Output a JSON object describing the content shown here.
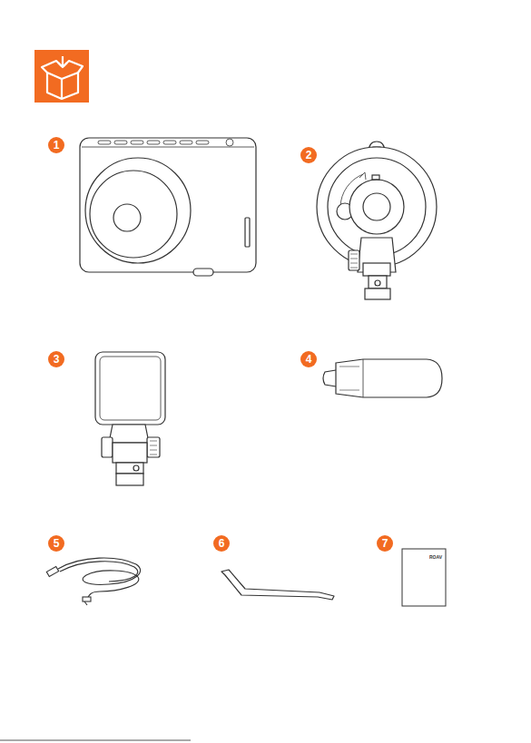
{
  "diagram": {
    "labels": [
      "1",
      "2",
      "3",
      "4",
      "5",
      "6",
      "7",
      "ROAV"
    ]
  }
}
